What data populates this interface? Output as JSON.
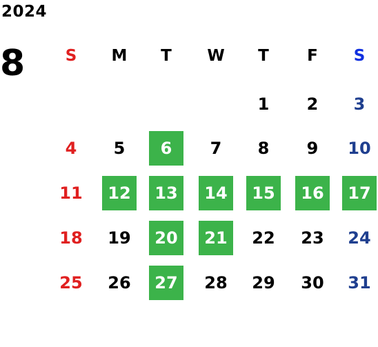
{
  "calendar": {
    "year": "2024",
    "month": "8",
    "weekdays": [
      "S",
      "M",
      "T",
      "W",
      "T",
      "F",
      "S"
    ],
    "weeks": [
      [
        "",
        "",
        "",
        "",
        "1",
        "2",
        "3"
      ],
      [
        "4",
        "5",
        "6",
        "7",
        "8",
        "9",
        "10"
      ],
      [
        "11",
        "12",
        "13",
        "14",
        "15",
        "16",
        "17"
      ],
      [
        "18",
        "19",
        "20",
        "21",
        "22",
        "23",
        "24"
      ],
      [
        "25",
        "26",
        "27",
        "28",
        "29",
        "30",
        "31"
      ]
    ],
    "highlighted_days": [
      "6",
      "12",
      "13",
      "14",
      "15",
      "16",
      "17",
      "20",
      "21",
      "27"
    ],
    "colors": {
      "sunday": "#e02020",
      "saturday_header": "#1030e0",
      "saturday": "#1f3f8f",
      "weekday": "#000000",
      "highlight_bg": "#3cb34a",
      "highlight_text": "#ffffff"
    }
  }
}
